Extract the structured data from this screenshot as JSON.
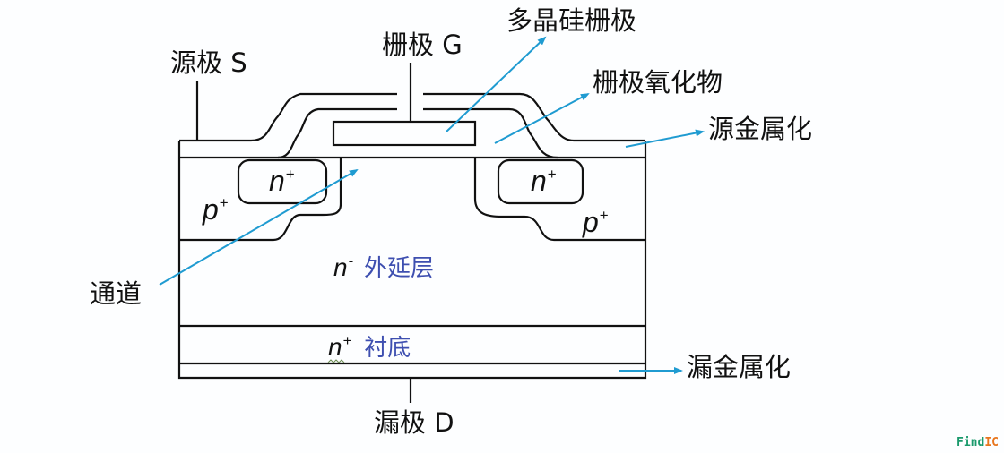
{
  "diagram": {
    "title": "MOSFET cross-section",
    "labels": {
      "source": "源极 S",
      "gate": "栅极 G",
      "drain": "漏极 D",
      "poly_gate": "多晶硅栅极",
      "gate_oxide": "栅极氧化物",
      "source_metal": "源金属化",
      "drain_metal": "漏金属化",
      "channel": "通道"
    },
    "regions": {
      "n_plus": "n",
      "n_plus_sup": "+",
      "p_plus": "p",
      "p_plus_sup": "+",
      "epi_symbol": "n",
      "epi_sup": "-",
      "epi_text": "外延层",
      "sub_symbol": "n",
      "sub_sup": "+",
      "sub_text": "衬底"
    },
    "colors": {
      "line": "#111111",
      "arrow": "#1f9bd1",
      "region_text": "#3e4fb0"
    }
  },
  "watermark": {
    "part1": "Find",
    "part2": "IC",
    "color1": "#1a9a6c",
    "color2": "#e8761e"
  }
}
